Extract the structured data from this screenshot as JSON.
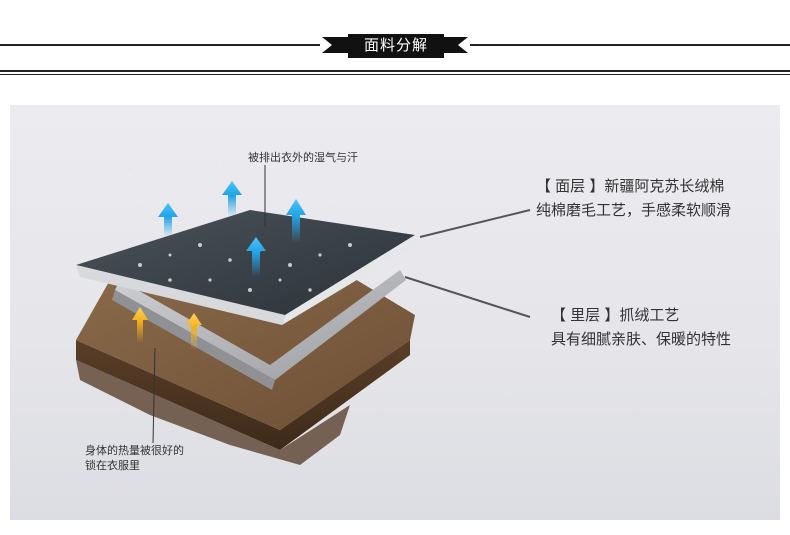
{
  "header": {
    "title": "面料分解"
  },
  "annotations": {
    "vapor": "被排出衣外的湿气与汗",
    "heat_line1": "身体的热量被很好的",
    "heat_line2": "锁在衣服里"
  },
  "outer_layer": {
    "line1": "【 面层 】新疆阿克苏长绒棉",
    "line2": "纯棉磨毛工艺，手感柔软顺滑"
  },
  "inner_layer": {
    "line1": "【 里层 】抓绒工艺",
    "line2": "具有细腻亲肤、保暖的特性"
  },
  "colors": {
    "accent_blue": "#22a3e6",
    "accent_yellow": "#f2b01e",
    "fabric_outer": "#3a4149",
    "fabric_inner": "#b7b9bd",
    "skin": "#7a5a3e"
  }
}
